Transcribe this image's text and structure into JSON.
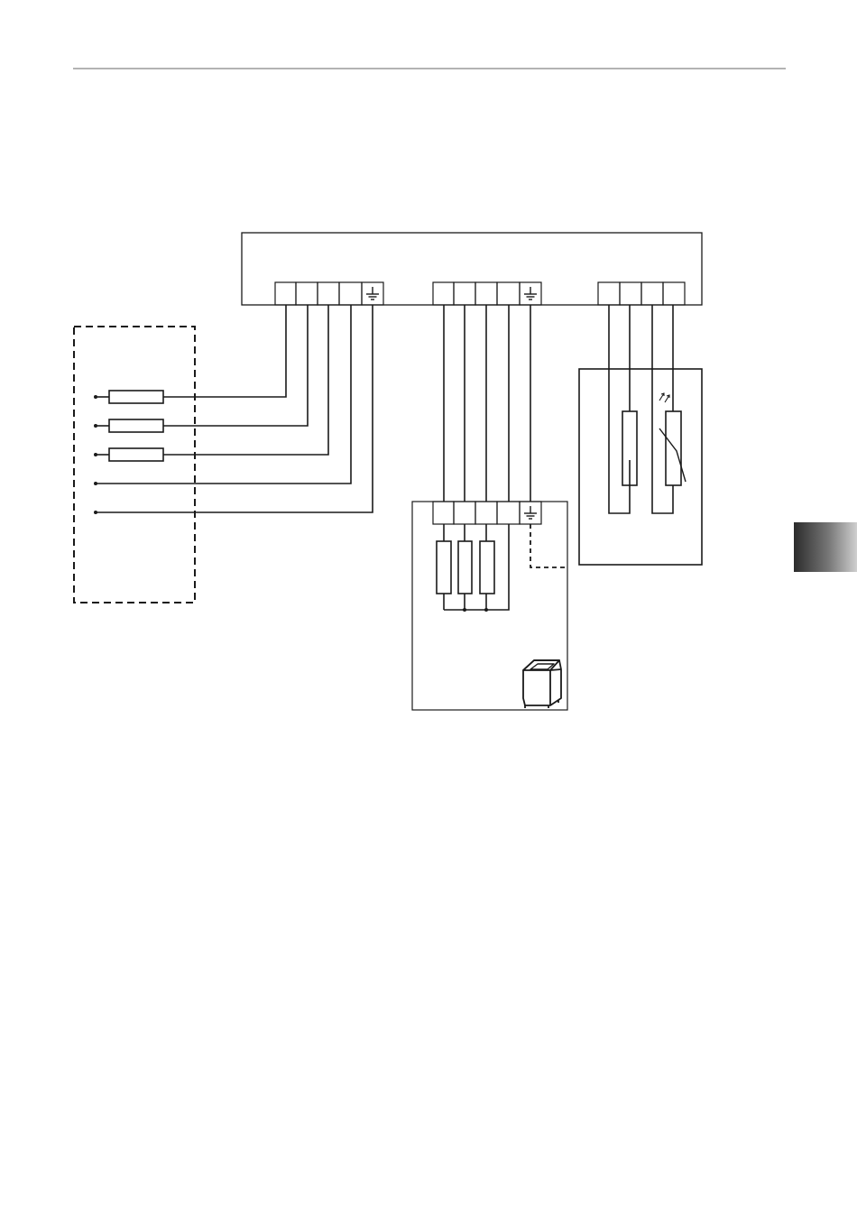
{
  "page": {
    "header_rule_color": "#b3b3b3",
    "tab_gradient": [
      "#2b2b2b",
      "#777777",
      "#cfcfcf"
    ]
  },
  "diagram": {
    "line_color": "#1a1a1a",
    "main_unit": {
      "terminal_blocks": [
        {
          "id": "supply",
          "terminals": 5,
          "earth_terminal": true
        },
        {
          "id": "heater",
          "terminals": 5,
          "earth_terminal": true
        },
        {
          "id": "sensor",
          "terminals": 4,
          "earth_terminal": false
        }
      ]
    },
    "supply_panel": {
      "border": "dashed",
      "fused_lines": 3,
      "unfused_lines": 2
    },
    "heater_unit": {
      "terminals": 5,
      "earth_terminal": true,
      "heating_elements": 3,
      "earth_link": "dashed",
      "icon": "sauna-heater-icon"
    },
    "sensor_unit": {
      "elements": [
        "fixed-resistor-icon",
        "light-dependent-resistor-icon"
      ]
    }
  }
}
